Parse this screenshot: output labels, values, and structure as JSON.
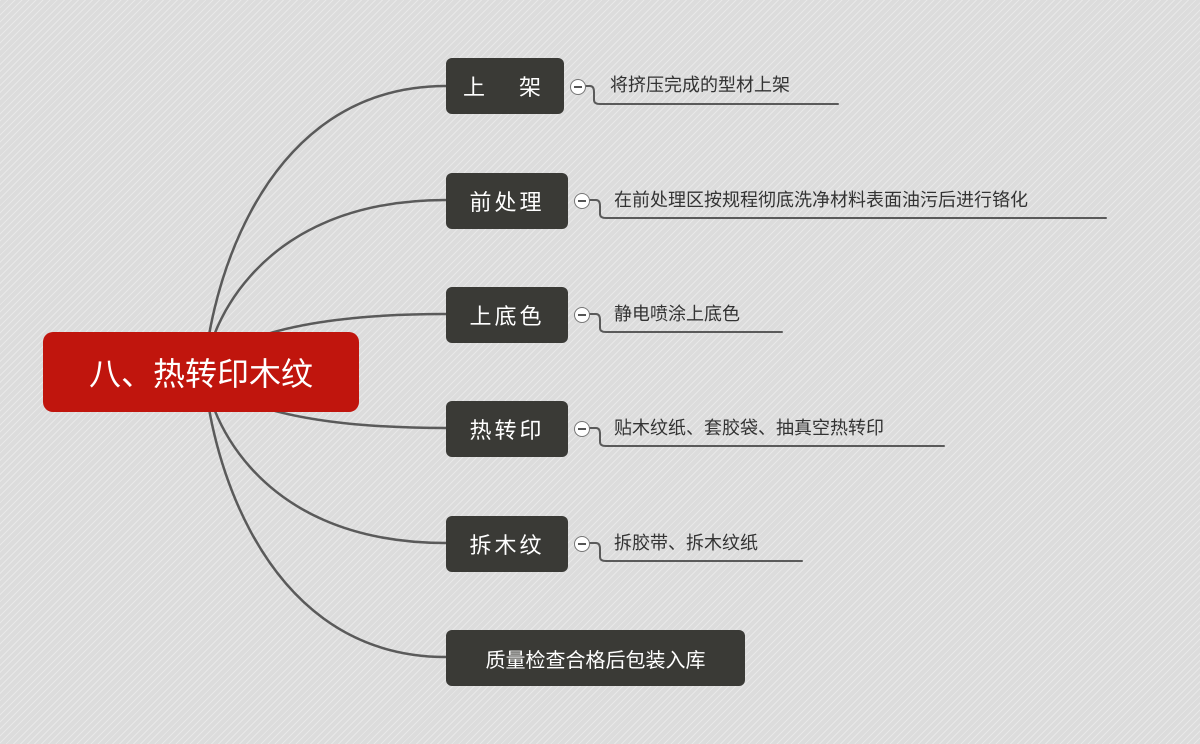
{
  "root": {
    "label": "八、热转印木纹",
    "color": "#c0150d"
  },
  "steps": [
    {
      "label": "上　架",
      "detail": "将挤压完成的型材上架"
    },
    {
      "label": "前处理",
      "detail": "在前处理区按规程彻底洗净材料表面油污后进行铬化"
    },
    {
      "label": "上底色",
      "detail": "静电喷涂上底色"
    },
    {
      "label": "热转印",
      "detail": "贴木纹纸、套胶袋、抽真空热转印"
    },
    {
      "label": "拆木纹",
      "detail": "拆胶带、拆木纹纸"
    },
    {
      "label": "质量检查合格后包装入库",
      "detail": ""
    }
  ],
  "colors": {
    "node": "#3a3a36",
    "line": "#5a5a5a",
    "background": "#dcdcdc"
  }
}
